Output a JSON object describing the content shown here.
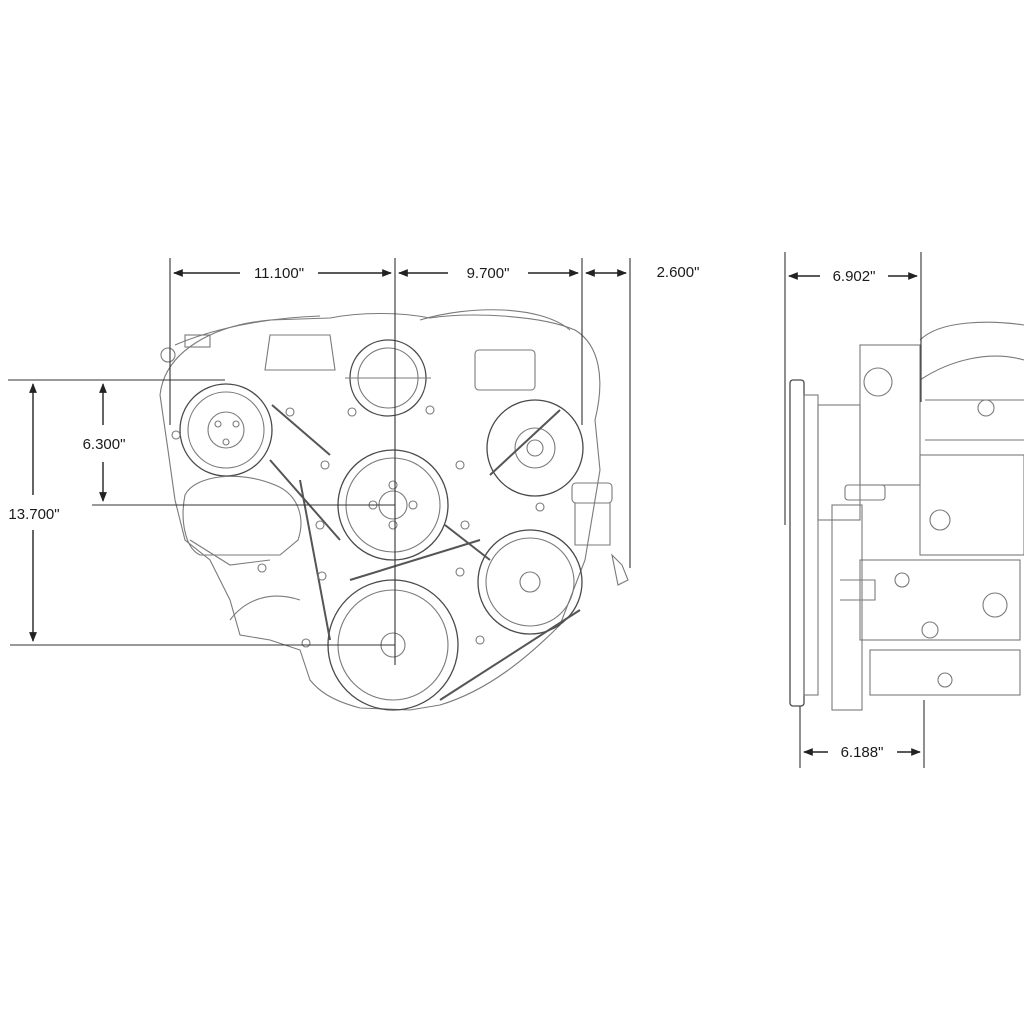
{
  "dimensions": {
    "front": {
      "width_left": "11.100\"",
      "width_right": "9.700\"",
      "width_outer": "2.600\"",
      "height_upper": "6.300\"",
      "height_overall": "13.700\""
    },
    "side": {
      "depth_top": "6.902\"",
      "depth_bottom": "6.188\""
    }
  },
  "colors": {
    "line": "#222222",
    "drawing": "#7a7a7a",
    "background": "#ffffff"
  }
}
